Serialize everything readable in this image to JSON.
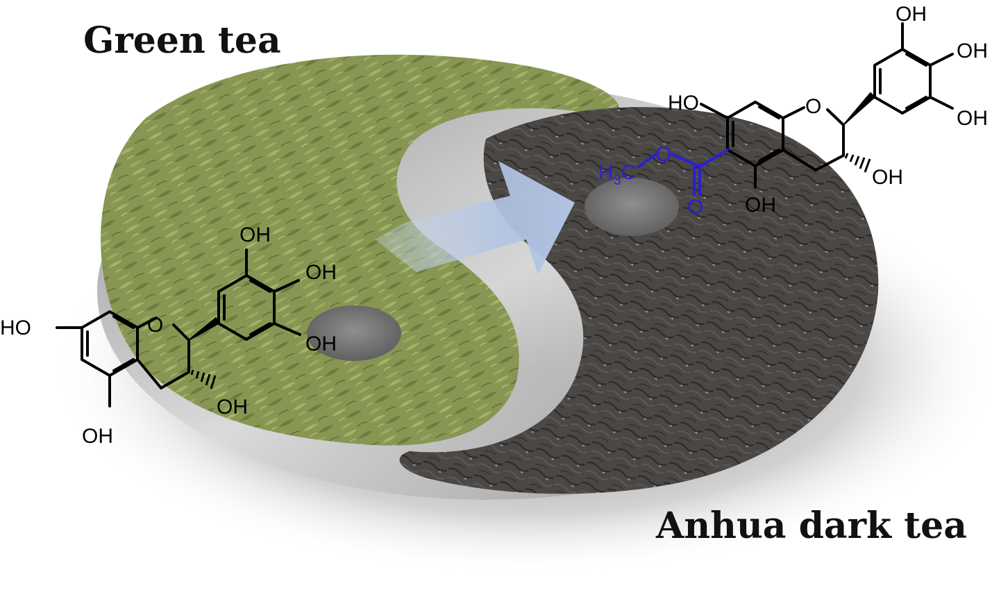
{
  "labels": {
    "left_title": "Green tea",
    "right_title": "Anhua dark tea"
  },
  "colors": {
    "green_tea": "#8a9a55",
    "dark_tea": "#4a4846",
    "arrow": "#b5c8e6",
    "ester_highlight": "#2a1fd6",
    "bond": "#000000",
    "shadow": "#6e6e6e"
  },
  "molecule_left": {
    "hydroxyls": {
      "oh_a": "HO",
      "oh_b": "OH",
      "oh_c": "OH",
      "oh_d": "OH",
      "oh_e": "OH",
      "oh_f": "OH"
    },
    "ring_oxygen": "O"
  },
  "molecule_right": {
    "hydroxyls": {
      "oh_a": "HO",
      "oh_b": "OH",
      "oh_c": "OH",
      "oh_d": "OH",
      "oh_e": "OH",
      "oh_f": "OH"
    },
    "ring_oxygen": "O",
    "ester": {
      "methyl_h": "H",
      "methyl_sub": "3",
      "methyl_c": "C",
      "ether_o": "O",
      "carbonyl_o": "O"
    }
  }
}
